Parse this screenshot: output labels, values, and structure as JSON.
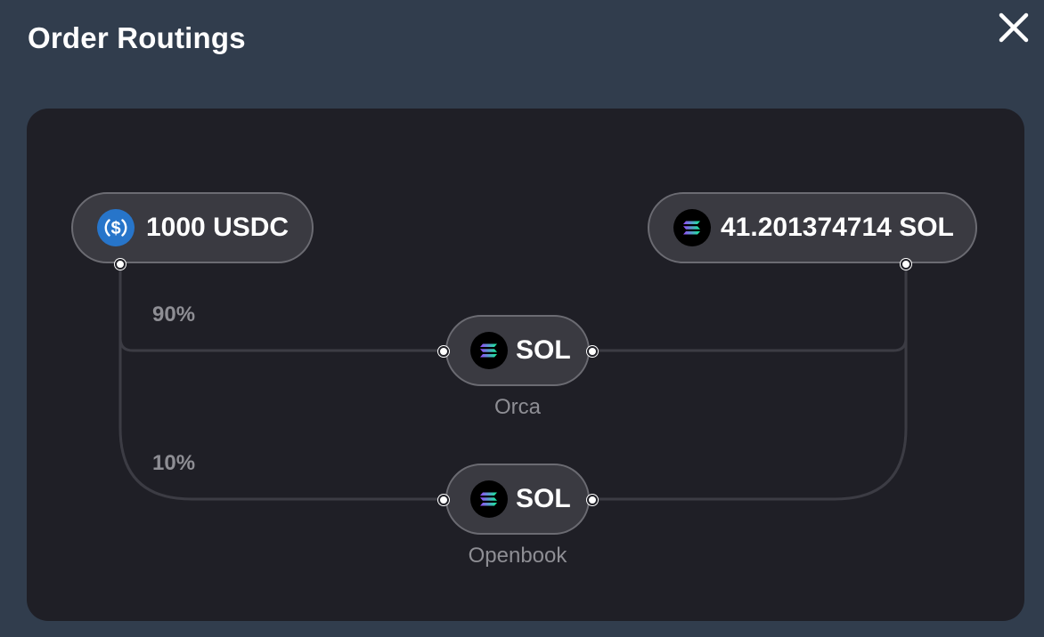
{
  "modal": {
    "title": "Order Routings"
  },
  "icons": {
    "close": "close-icon",
    "input_token": "usdc-icon",
    "output_token": "solana-icon"
  },
  "colors": {
    "background": "#313d4d",
    "canvas": "#1f1f26",
    "node_fill": "#3a3a41",
    "node_border": "#6b6b72",
    "edge": "#3c3c44",
    "muted_text": "#8e8e94",
    "usdc_blue": "#2775ca"
  },
  "route": {
    "input": {
      "label": "1000 USDC",
      "amount": "1000",
      "symbol": "USDC"
    },
    "output": {
      "label": "41.201374714 SOL",
      "amount": "41.201374714",
      "symbol": "SOL"
    },
    "legs": [
      {
        "percent_label": "90%",
        "percent": 90,
        "token": "SOL",
        "dex": "Orca"
      },
      {
        "percent_label": "10%",
        "percent": 10,
        "token": "SOL",
        "dex": "Openbook"
      }
    ]
  }
}
